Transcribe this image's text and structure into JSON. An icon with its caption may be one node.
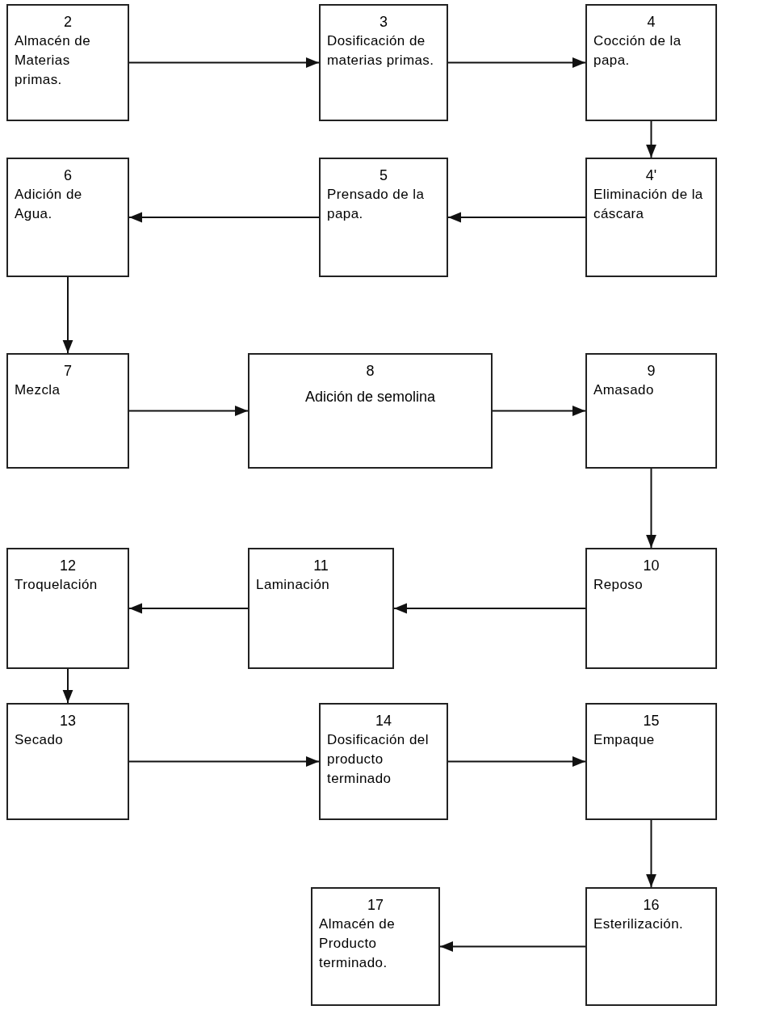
{
  "diagram": {
    "nodes": [
      {
        "text": [
          "2",
          "Almacén de Materias primas."
        ]
      },
      {
        "text": [
          "3",
          "Dosificación de materias primas."
        ]
      },
      {
        "text": [
          "4",
          "Cocción de la papa."
        ]
      },
      {
        "text": [
          "4'",
          "Eliminación de la cáscara"
        ]
      },
      {
        "text": [
          "5",
          "Prensado de la papa."
        ]
      },
      {
        "text": [
          "6",
          "Adición de Agua."
        ]
      },
      {
        "text": [
          "7",
          "Mezcla"
        ]
      },
      {
        "text": [
          "8",
          "Adición de semolina"
        ]
      },
      {
        "text": [
          "9",
          "Amasado"
        ]
      },
      {
        "text": [
          "10",
          "Reposo"
        ]
      },
      {
        "text": [
          "11",
          "Laminación"
        ]
      },
      {
        "text": [
          "12",
          "Troquelación"
        ]
      },
      {
        "text": [
          "13",
          "Secado"
        ]
      },
      {
        "text": [
          "14",
          "Dosificación del producto terminado"
        ]
      },
      {
        "text": [
          "15",
          "Empaque"
        ]
      },
      {
        "text": [
          "16",
          "Esterilización."
        ]
      },
      {
        "text": [
          "17",
          "Almacén de Producto terminado."
        ]
      }
    ],
    "edges": [
      {
        "from": 0,
        "to": 1,
        "arrow": "to"
      },
      {
        "from": 1,
        "to": 2,
        "arrow": "to"
      },
      {
        "from": 2,
        "to": 3,
        "arrow": "to"
      },
      {
        "from": 3,
        "to": 4,
        "arrow": "to"
      },
      {
        "from": 4,
        "to": 5,
        "arrow": "to"
      },
      {
        "from": 5,
        "to": 6,
        "arrow": "to"
      },
      {
        "from": 6,
        "to": 7,
        "arrow": "to"
      },
      {
        "from": 7,
        "to": 8,
        "arrow": "to"
      },
      {
        "from": 8,
        "to": 9,
        "arrow": "to"
      },
      {
        "from": 9,
        "to": 10,
        "arrow": "to"
      },
      {
        "from": 10,
        "to": 11,
        "arrow": "to"
      },
      {
        "from": 11,
        "to": 12,
        "arrow": "to"
      },
      {
        "from": 12,
        "to": 13,
        "arrow": "to"
      },
      {
        "from": 13,
        "to": 14,
        "arrow": "to"
      },
      {
        "from": 14,
        "to": 15,
        "arrow": "to"
      },
      {
        "from": 15,
        "to": 16,
        "arrow": "to"
      }
    ]
  }
}
